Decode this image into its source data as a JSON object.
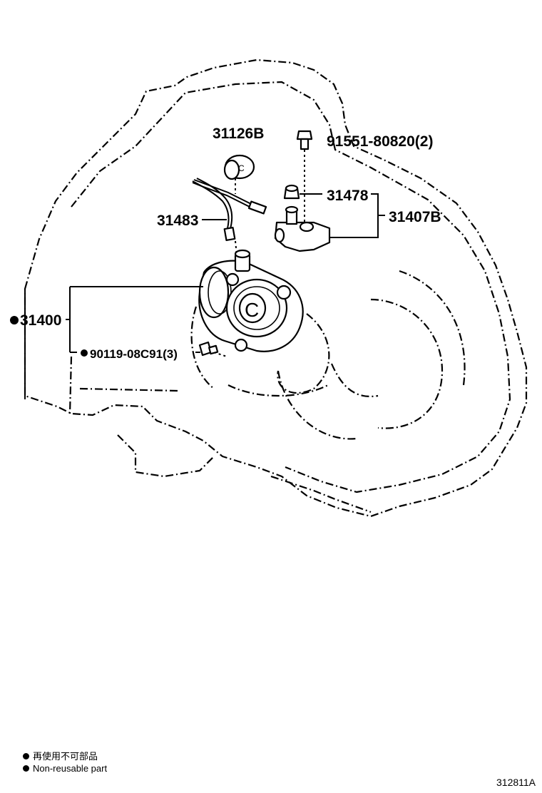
{
  "parts": {
    "p31126B": "31126B",
    "p91551": "91551-80820(2)",
    "p31478": "31478",
    "p31407B": "31407B",
    "p31483": "31483",
    "p31400": "31400",
    "p90119": "90119-08C91(3)"
  },
  "legend": {
    "jp": "再使用不可部品",
    "en": "Non-reusable part"
  },
  "figure_id": "312811A"
}
